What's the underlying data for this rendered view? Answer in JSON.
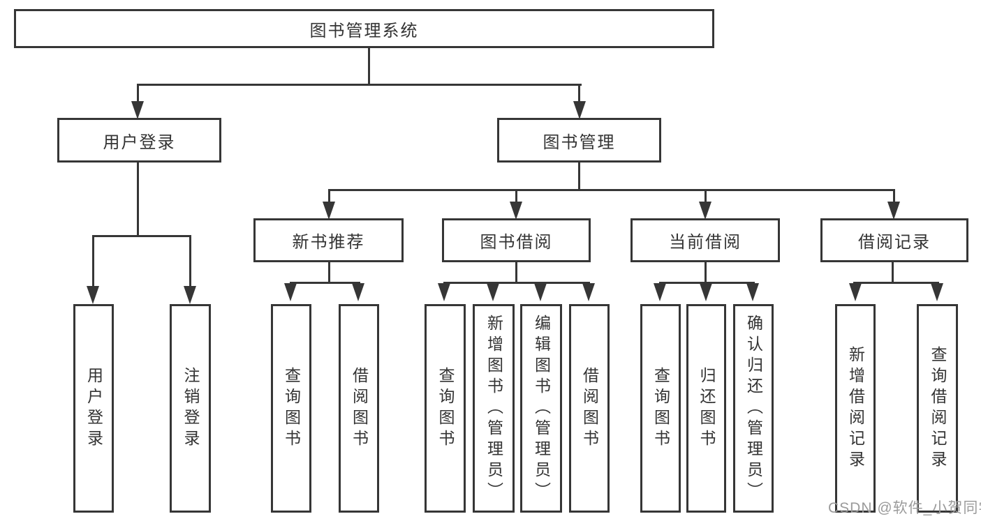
{
  "diagram": {
    "root": {
      "label": "图书管理系统"
    },
    "level2": {
      "user_login": {
        "label": "用户登录"
      },
      "book_mgmt": {
        "label": "图书管理"
      }
    },
    "level3": {
      "new_books": {
        "label": "新书推荐"
      },
      "book_borrow": {
        "label": "图书借阅"
      },
      "current_borrow": {
        "label": "当前借阅"
      },
      "borrow_records": {
        "label": "借阅记录"
      }
    },
    "leaves": {
      "user_login": {
        "label": "用户登录"
      },
      "logout": {
        "label": "注销登录"
      },
      "nb_query_books": {
        "label": "查询图书"
      },
      "nb_borrow_books": {
        "label": "借阅图书"
      },
      "bb_query_books": {
        "label": "查询图书"
      },
      "bb_add_books": {
        "label": "新增图书（管理员）"
      },
      "bb_edit_books": {
        "label": "编辑图书（管理员）"
      },
      "bb_borrow_books": {
        "label": "借阅图书"
      },
      "cb_query_books": {
        "label": "查询图书"
      },
      "cb_return_books": {
        "label": "归还图书"
      },
      "cb_confirm_return": {
        "label": "确认归还（管理员）"
      },
      "br_add_record": {
        "label": "新增借阅记录"
      },
      "br_query_record": {
        "label": "查询借阅记录"
      }
    }
  },
  "watermark": {
    "text": "CSDN @软件_小贺同学",
    "color": "#9b9b9b"
  },
  "colors": {
    "line": "#363636",
    "text": "#333333",
    "background": "#ffffff"
  }
}
